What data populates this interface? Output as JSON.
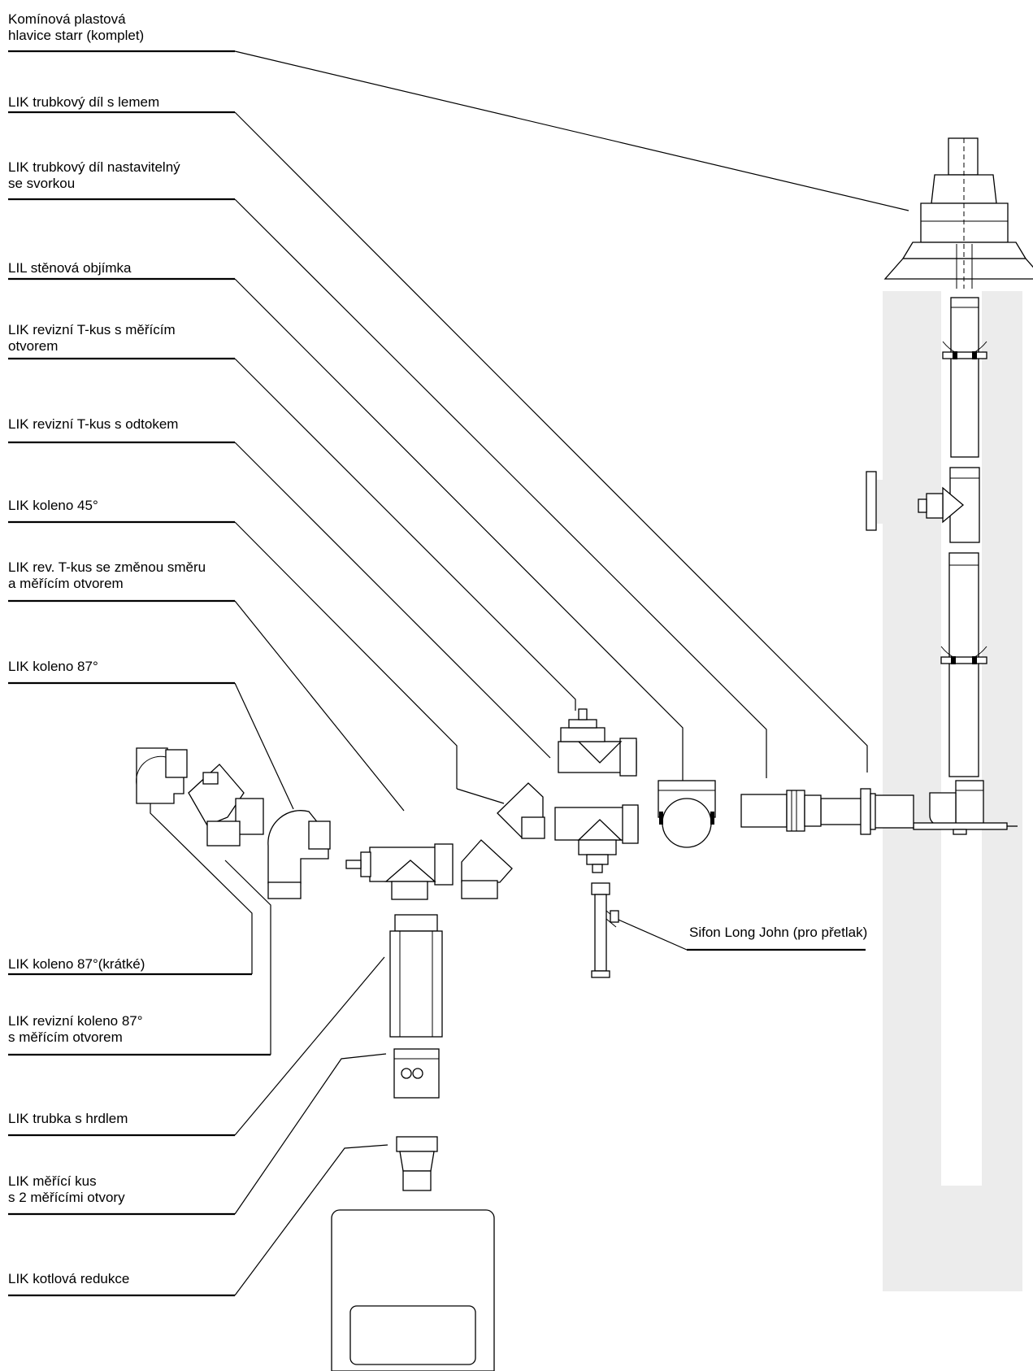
{
  "labels": {
    "head_l1": "Komínová plastová",
    "head_l2": "hlavice starr (komplet)",
    "pipe_flange": "LIK trubkový díl s lemem",
    "adj_l1": "LIK trubkový díl nastavitelný",
    "adj_l2": "se svorkou",
    "wall_sleeve": "LIL stěnová objímka",
    "tee_meas_l1": "LIK revizní T-kus s měřícím",
    "tee_meas_l2": "otvorem",
    "tee_drain": "LIK revizní T-kus s odtokem",
    "elbow45": "LIK koleno 45°",
    "rev_tee_l1": "LIK rev. T-kus se změnou směru",
    "rev_tee_l2": "a měřícím otvorem",
    "elbow87": "LIK koleno 87°",
    "elbow87_short": "LIK koleno 87°(krátké)",
    "rev_elbow_l1": "LIK revizní koleno 87°",
    "rev_elbow_l2": "s měřícím otvorem",
    "pipe_socket": "LIK trubka s hrdlem",
    "meas_piece_l1": "LIK měřící kus",
    "meas_piece_l2": "s 2 měřícími otvory",
    "boiler_reducer": "LIK kotlová redukce",
    "siphon": "Sifon Long John (pro přetlak)"
  },
  "colors": {
    "shaft": "#ececec",
    "line": "#000000"
  }
}
